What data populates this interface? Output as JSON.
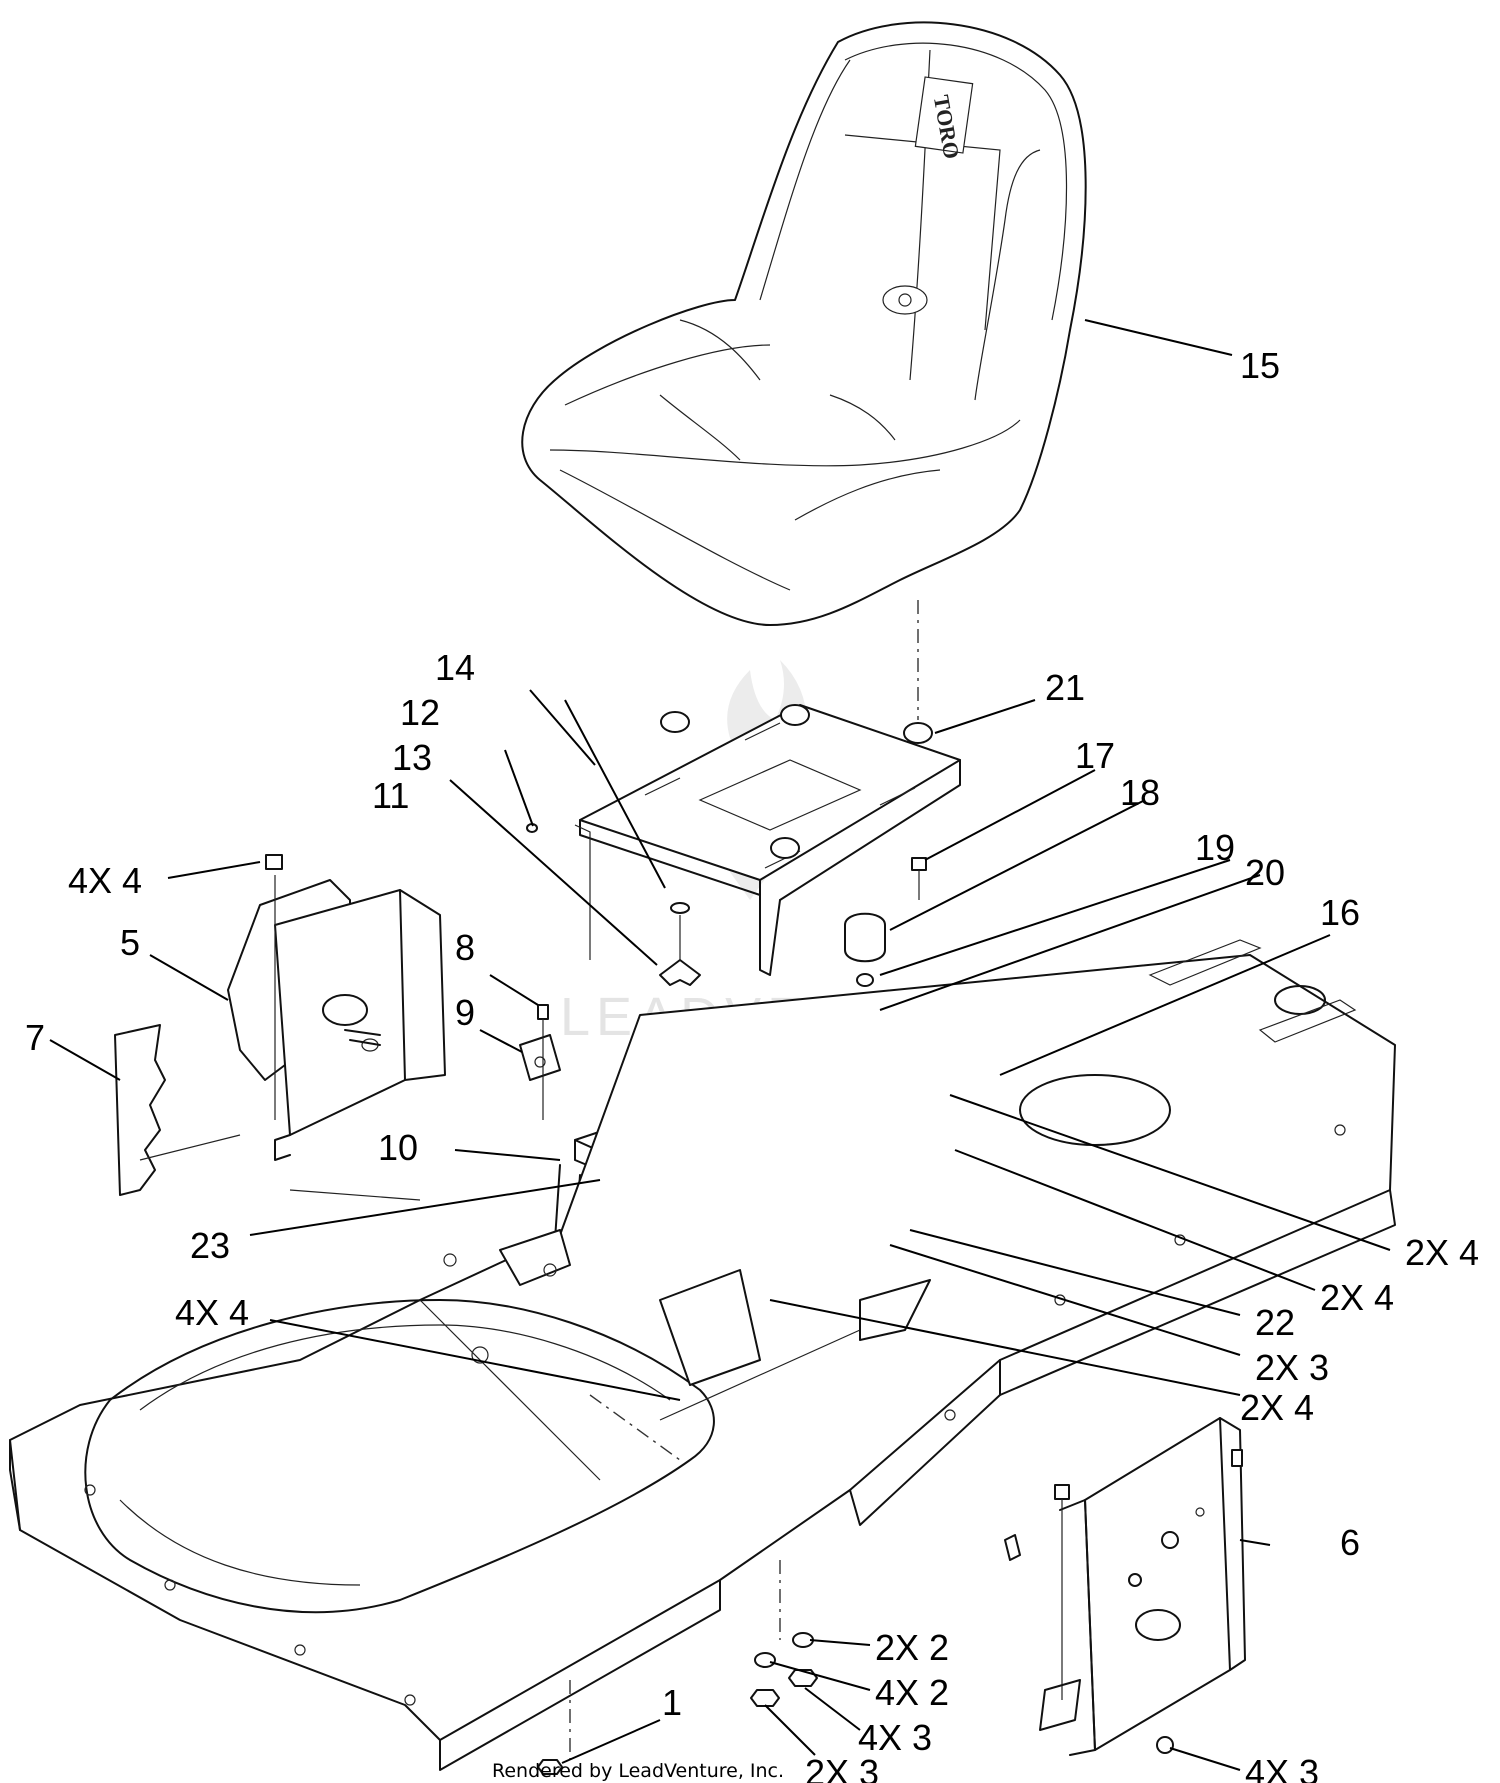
{
  "watermark": "LEADVENTURE",
  "seat_logo": "TORO",
  "footer": "Rendered by LeadVenture, Inc.",
  "callouts": [
    {
      "id": "c15",
      "text": "15"
    },
    {
      "id": "c14",
      "text": "14"
    },
    {
      "id": "c12",
      "text": "12"
    },
    {
      "id": "c13",
      "text": "13"
    },
    {
      "id": "c11",
      "text": "11"
    },
    {
      "id": "c21",
      "text": "21"
    },
    {
      "id": "c17",
      "text": "17"
    },
    {
      "id": "c18",
      "text": "18"
    },
    {
      "id": "c19",
      "text": "19"
    },
    {
      "id": "c20",
      "text": "20"
    },
    {
      "id": "c16",
      "text": "16"
    },
    {
      "id": "c4x4a",
      "text": "4X 4"
    },
    {
      "id": "c5",
      "text": "5"
    },
    {
      "id": "c7",
      "text": "7"
    },
    {
      "id": "c8",
      "text": "8"
    },
    {
      "id": "c9",
      "text": "9"
    },
    {
      "id": "c10",
      "text": "10"
    },
    {
      "id": "c23",
      "text": "23"
    },
    {
      "id": "c2x4a",
      "text": "2X 4"
    },
    {
      "id": "c2x4b",
      "text": "2X 4"
    },
    {
      "id": "c22",
      "text": "22"
    },
    {
      "id": "c2x3a",
      "text": "2X 3"
    },
    {
      "id": "c2x4c",
      "text": "2X 4"
    },
    {
      "id": "c4x4b",
      "text": "4X 4"
    },
    {
      "id": "c6",
      "text": "6"
    },
    {
      "id": "c2x2",
      "text": "2X 2"
    },
    {
      "id": "c4x2",
      "text": "4X 2"
    },
    {
      "id": "c4x3a",
      "text": "4X 3"
    },
    {
      "id": "c4x3b",
      "text": "4X 3"
    },
    {
      "id": "c1",
      "text": "1"
    },
    {
      "id": "c2x3b",
      "text": "2X 3"
    }
  ]
}
